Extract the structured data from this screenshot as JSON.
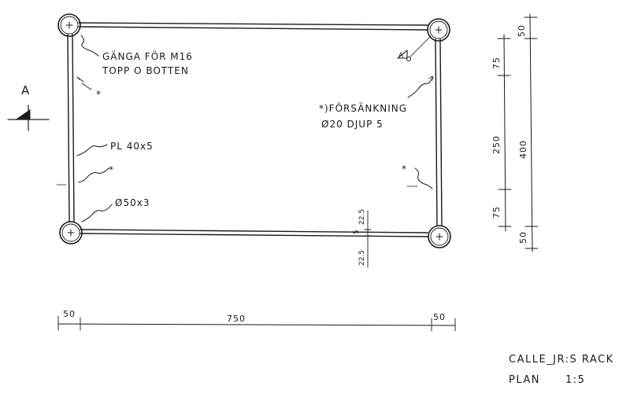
{
  "drawing": {
    "title": "CALLE_JR:S RACK",
    "view": "PLAN",
    "scale": "1:5",
    "section_marker": "A",
    "triangle_marker": "A"
  },
  "annotations": {
    "thread": [
      "GÄNGA FÖR M16",
      "TOPP O BOTTEN"
    ],
    "countersink": [
      "*)FÖRSÄNKNING",
      "Ø20 DJUP 5"
    ],
    "plate": "PL 40x5",
    "tube": "Ø50x3",
    "asterisk": "*"
  },
  "dimensions": {
    "horizontal": [
      "50",
      "750",
      "50"
    ],
    "right_vertical": [
      "75",
      "250",
      "75"
    ],
    "outer_vertical": [
      "50",
      "400",
      "50"
    ],
    "plate_offsets": [
      "22.5",
      "5",
      "22.5"
    ]
  }
}
